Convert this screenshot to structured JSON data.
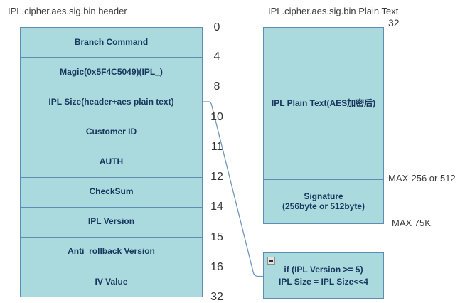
{
  "left_panel": {
    "title": "IPL.cipher.aes.sig.bin header",
    "fields": [
      "Branch Command",
      "Magic(0x5F4C5049)(IPL_)",
      "IPL Size(header+aes plain text)",
      "Customer ID",
      "AUTH",
      "CheckSum",
      "IPL Version",
      "Anti_rollback Version",
      "IV Value"
    ],
    "offsets": [
      "0",
      "4",
      "8",
      "10",
      "11",
      "12",
      "14",
      "15",
      "16",
      "32"
    ]
  },
  "right_panel": {
    "title": "IPL.cipher.aes.sig.bin Plain Text",
    "top_offset": "32",
    "plain_text_label": "IPL Plain Text(AES加密后)",
    "signature_line1": "Signature",
    "signature_line2": "(256byte or 512byte)",
    "max_label_signature": "MAX-256 or 512",
    "max_label_total": "MAX 75K"
  },
  "note": {
    "collapse_icon": "minus-icon",
    "line1_keyword": "if",
    "line1_rest": " (IPL Version >= 5)",
    "line2": "IPL Size = IPL Size<<4"
  },
  "colors": {
    "box_fill": "#aadade",
    "box_border": "#5f8cb3",
    "field_text": "#17365d",
    "annotation_text": "#3a3a3a",
    "connector_line": "#7296b8"
  }
}
